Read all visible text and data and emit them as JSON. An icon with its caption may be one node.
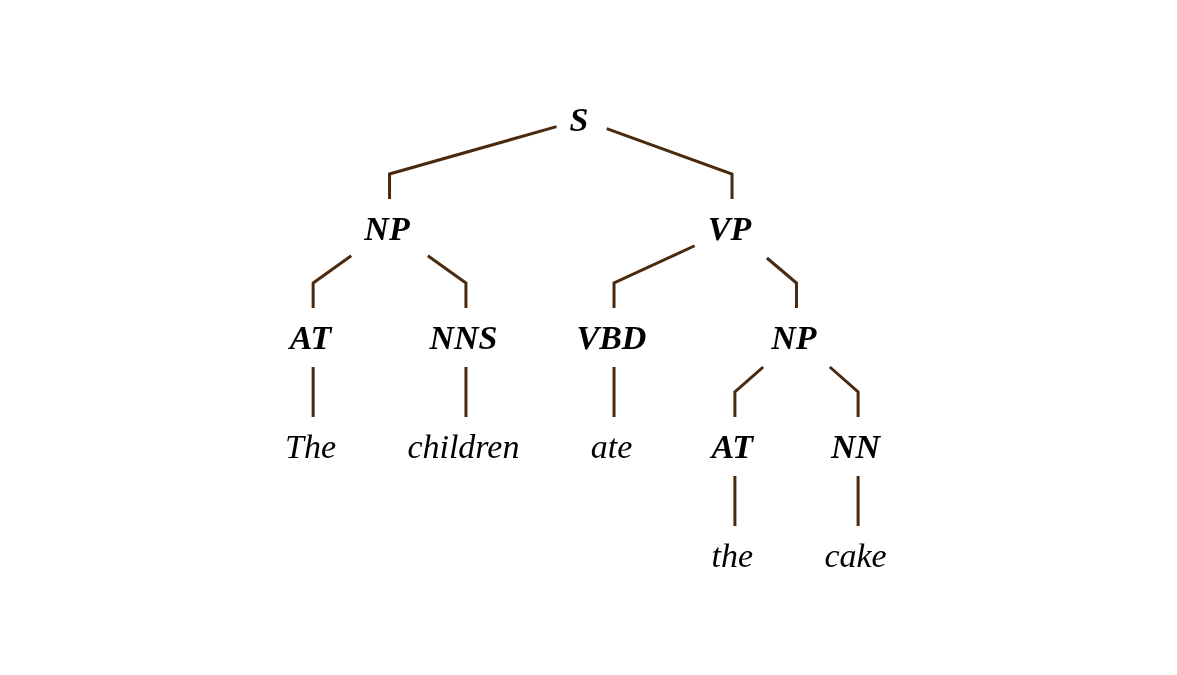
{
  "diagram": {
    "nodes": [
      {
        "text": [
          "S"
        ]
      },
      {
        "text": [
          "NP"
        ]
      },
      {
        "text": [
          "VP"
        ]
      },
      {
        "text": [
          "AT"
        ]
      },
      {
        "text": [
          "NNS"
        ]
      },
      {
        "text": [
          "VBD"
        ]
      },
      {
        "text": [
          "NP"
        ]
      },
      {
        "text": [
          "The"
        ]
      },
      {
        "text": [
          "children"
        ]
      },
      {
        "text": [
          "ate"
        ]
      },
      {
        "text": [
          "AT"
        ]
      },
      {
        "text": [
          "NN"
        ]
      },
      {
        "text": [
          "the"
        ]
      },
      {
        "text": [
          "cake"
        ]
      }
    ],
    "edges": [
      {
        "from": 0,
        "to": 1,
        "arrow": "none"
      },
      {
        "from": 0,
        "to": 2,
        "arrow": "none"
      },
      {
        "from": 1,
        "to": 3,
        "arrow": "none"
      },
      {
        "from": 1,
        "to": 4,
        "arrow": "none"
      },
      {
        "from": 2,
        "to": 5,
        "arrow": "none"
      },
      {
        "from": 2,
        "to": 6,
        "arrow": "none"
      },
      {
        "from": 3,
        "to": 7,
        "arrow": "none"
      },
      {
        "from": 4,
        "to": 8,
        "arrow": "none"
      },
      {
        "from": 5,
        "to": 9,
        "arrow": "none"
      },
      {
        "from": 6,
        "to": 10,
        "arrow": "none"
      },
      {
        "from": 6,
        "to": 11,
        "arrow": "none"
      },
      {
        "from": 10,
        "to": 12,
        "arrow": "none"
      },
      {
        "from": 11,
        "to": 13,
        "arrow": "none"
      }
    ]
  }
}
